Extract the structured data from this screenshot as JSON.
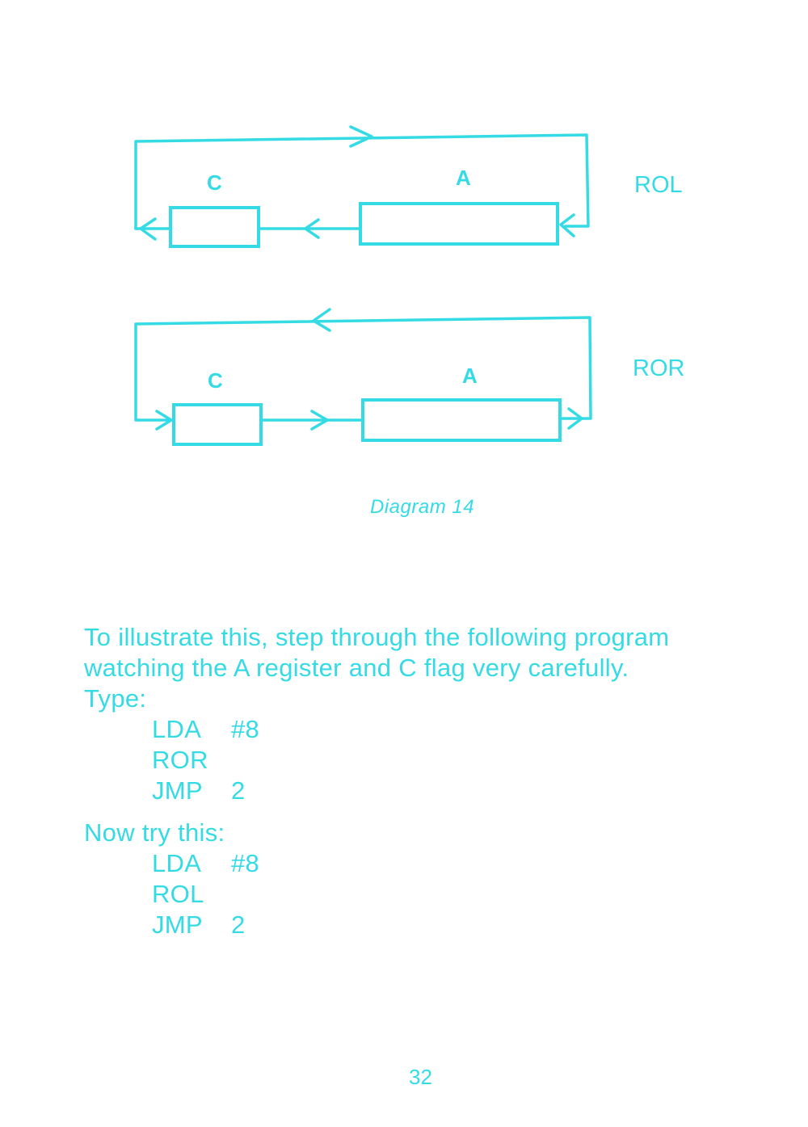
{
  "diagram": {
    "rol": {
      "left_box_label": "C",
      "right_box_label": "A",
      "side_label": "ROL"
    },
    "ror": {
      "left_box_label": "C",
      "right_box_label": "A",
      "side_label": "ROR"
    },
    "caption": "Diagram 14",
    "ink_color": "#35dbe4"
  },
  "text": {
    "intro_line1": "To illustrate this, step through the following program",
    "intro_line2": "watching the A register and C flag very carefully.",
    "type_label": "Type:",
    "program1": [
      {
        "op": "LDA",
        "arg": "#8"
      },
      {
        "op": "ROR",
        "arg": ""
      },
      {
        "op": "JMP",
        "arg": "2"
      }
    ],
    "now_try": "Now try this:",
    "program2": [
      {
        "op": "LDA",
        "arg": "#8"
      },
      {
        "op": "ROL",
        "arg": ""
      },
      {
        "op": "JMP",
        "arg": "2"
      }
    ]
  },
  "page_number": "32"
}
